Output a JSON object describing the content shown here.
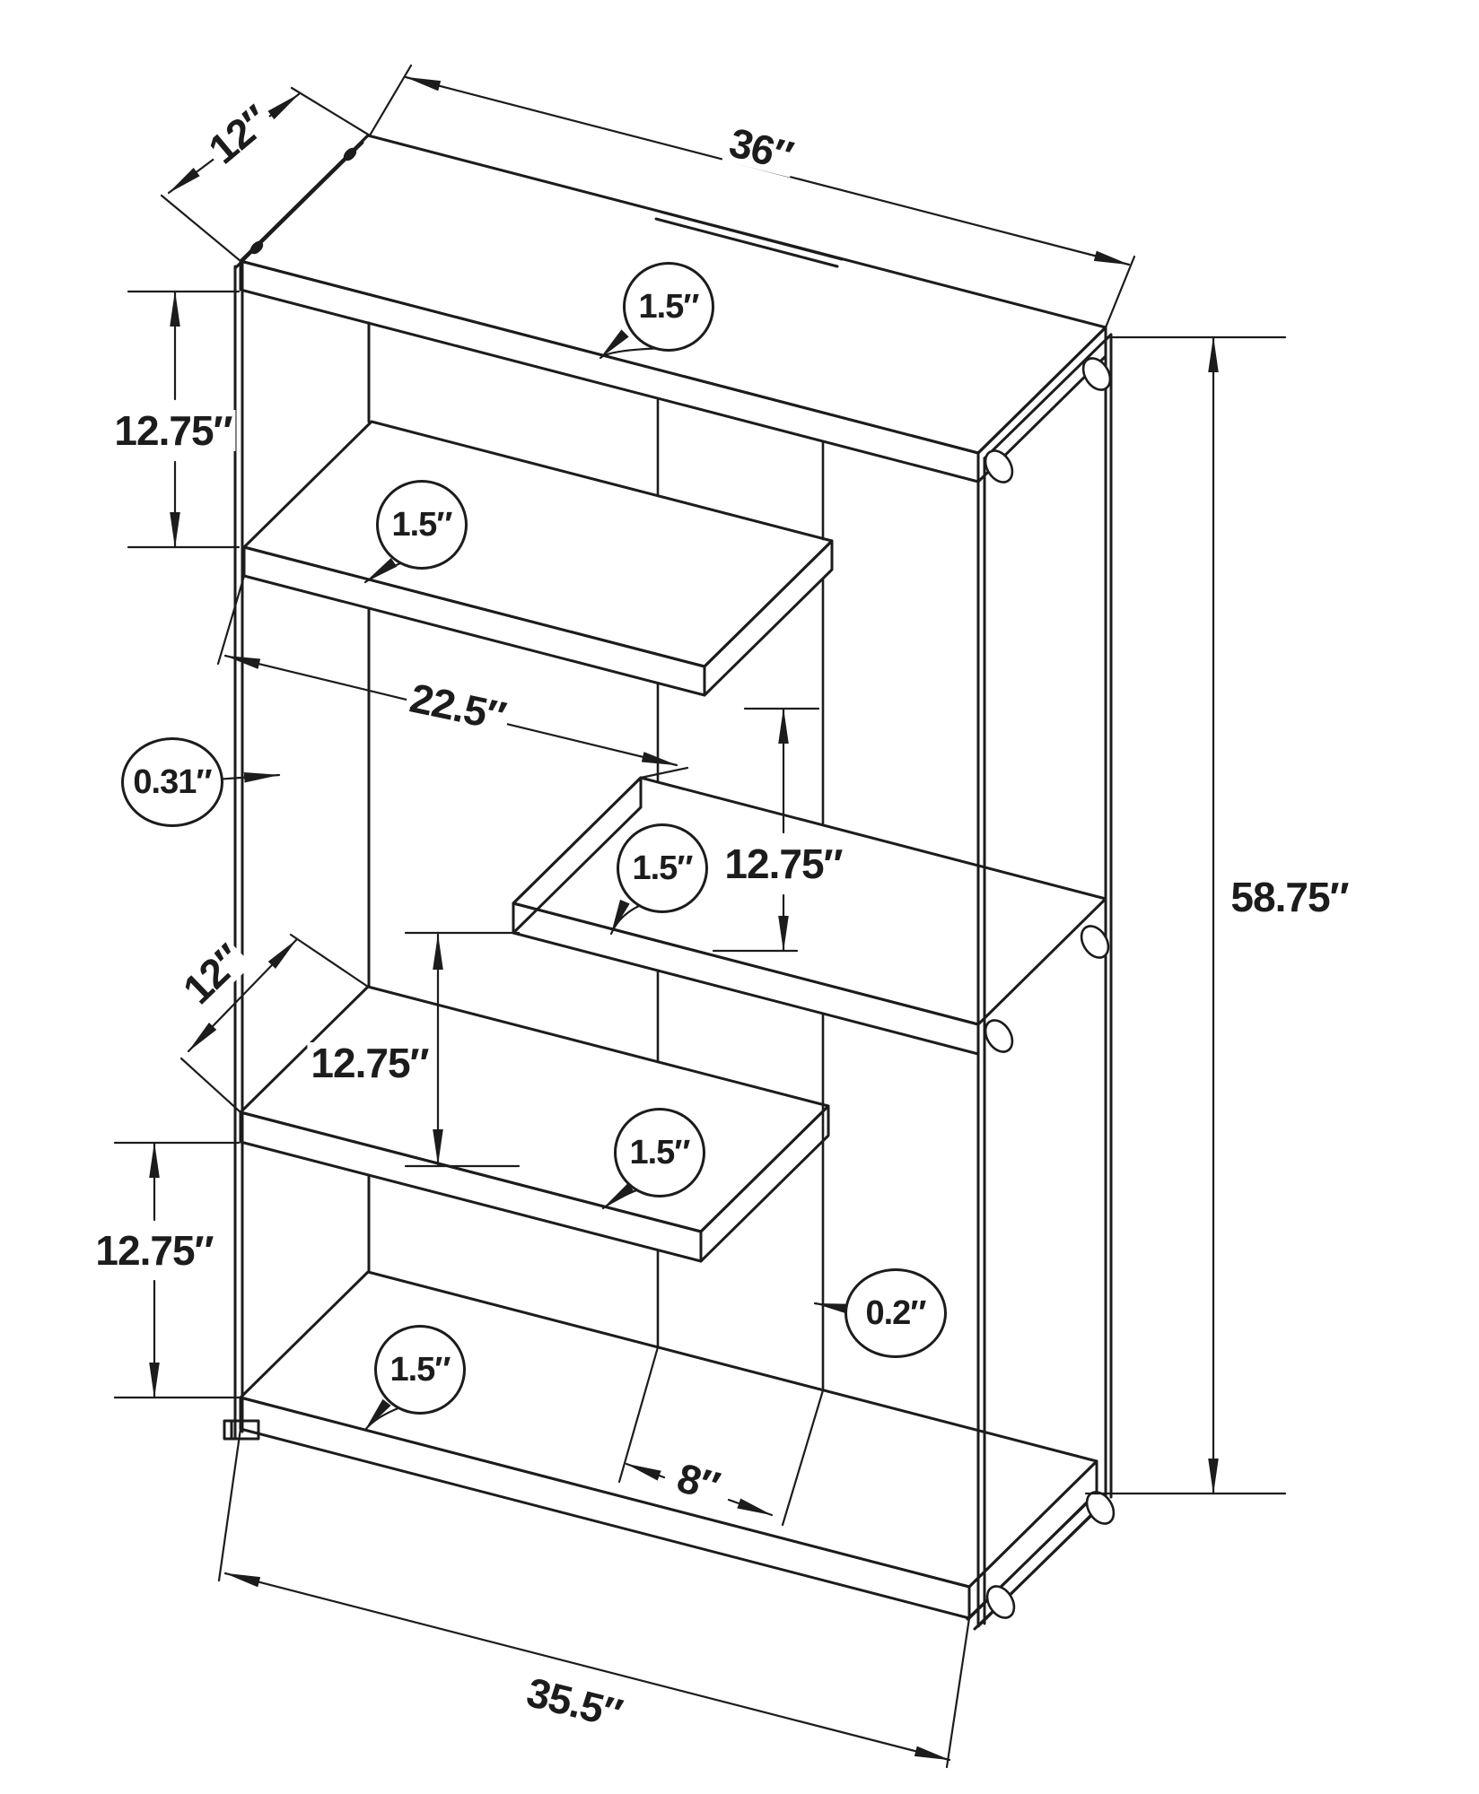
{
  "diagram": {
    "kind": "isometric dimension line drawing",
    "line_color": "#1c1c1c",
    "background": "#ffffff"
  },
  "labels": {
    "depth_top": "12″",
    "width_top": "36″",
    "thk_top_shelf": "1.5″",
    "gap_upper_left": "12.75″",
    "thk_shelf2": "1.5″",
    "len_shelf2": "22.5″",
    "glass_thickness": "0.31″",
    "gap_middle_right": "12.75″",
    "thk_shelf3": "1.5″",
    "height_overall": "58.75″",
    "depth_shelf4": "12″",
    "gap_middle_left": "12.75″",
    "thk_shelf4": "1.5″",
    "thk_back_panel": "0.2″",
    "gap_lower_left": "12.75″",
    "thk_shelf5": "1.5″",
    "gap_back_panels": "8″",
    "width_bottom": "35.5″"
  }
}
